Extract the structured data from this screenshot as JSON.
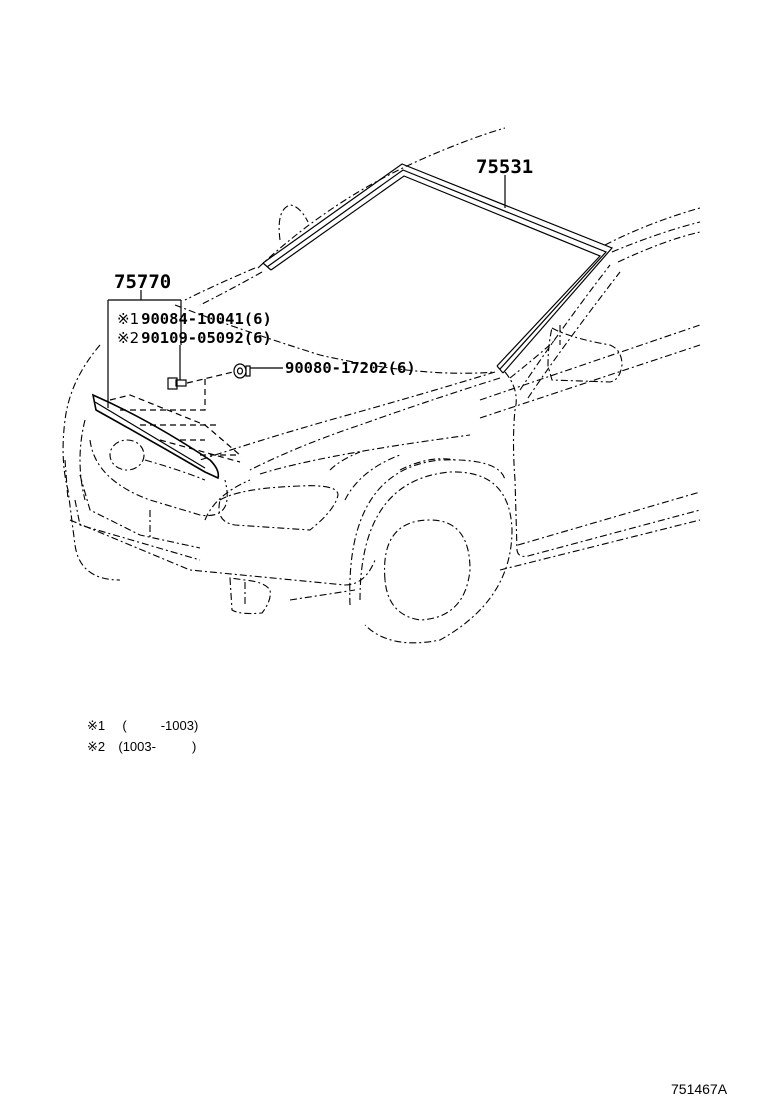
{
  "diagram": {
    "type": "parts-illustration",
    "subject": "Front windshield moulding and hood/grille moulding",
    "parts": [
      {
        "id": "windshield-moulding",
        "number": "75531"
      },
      {
        "id": "hood-front-moulding",
        "number": "75770"
      },
      {
        "id": "clip-1",
        "marker": "※1",
        "number": "90084-10041",
        "qty": "(6)"
      },
      {
        "id": "clip-2",
        "marker": "※2",
        "number": "90109-05092",
        "qty": "(6)"
      },
      {
        "id": "grommet",
        "number": "90080-17202",
        "qty": "(6)"
      }
    ],
    "notes": [
      {
        "marker": "※1",
        "open": "(",
        "from": "",
        "dash": "-1003",
        "close": ")"
      },
      {
        "marker": "※2",
        "open": "(1003-",
        "from": "",
        "dash": "",
        "close": ")"
      }
    ],
    "figure_id": "751467A"
  }
}
